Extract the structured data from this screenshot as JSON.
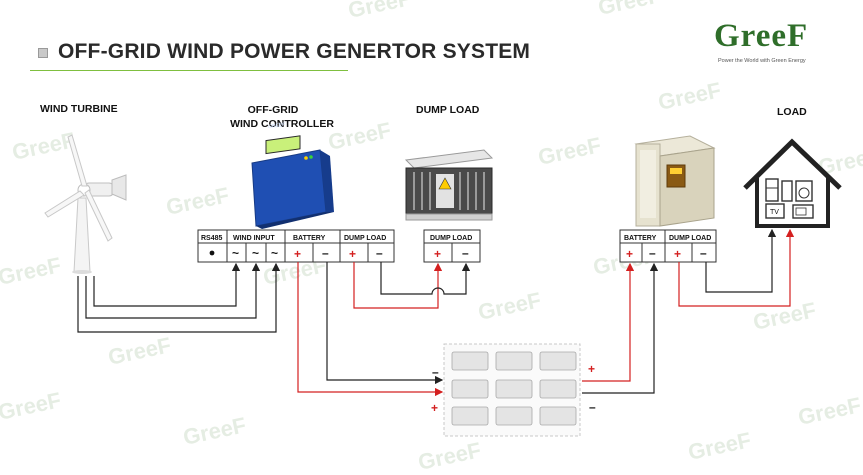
{
  "title": "OFF-GRID WIND POWER GENERTOR SYSTEM",
  "logo": {
    "text": "GreeF",
    "tagline": "Power the World with Green Energy"
  },
  "watermark": "GreeF",
  "components": {
    "wind_turbine": "WIND TURBINE",
    "controller_line1": "OFF-GRID",
    "controller_line2": "WIND CONTROLLER",
    "dump_load": "DUMP LOAD",
    "load": "LOAD",
    "load_tv": "TV"
  },
  "controller_terminals": {
    "rs485": "RS485",
    "wind_input": "WIND INPUT",
    "battery": "BATTERY",
    "dump_load": "DUMP LOAD",
    "tilde": "~",
    "plus": "+",
    "minus": "–"
  },
  "dump_load_terminals": {
    "header": "DUMP LOAD",
    "plus": "+",
    "minus": "–"
  },
  "inverter_terminals": {
    "battery": "BATTERY",
    "dump_load": "DUMP LOAD",
    "plus": "+",
    "minus": "–"
  },
  "battery_bank": {
    "left_minus": "–",
    "left_plus": "+",
    "right_plus": "+",
    "right_minus": "–"
  },
  "colors": {
    "positive_wire": "#d42020",
    "negative_wire": "#222222",
    "brand_green": "#2f6e2a",
    "accent_green": "#7fbf3f"
  }
}
